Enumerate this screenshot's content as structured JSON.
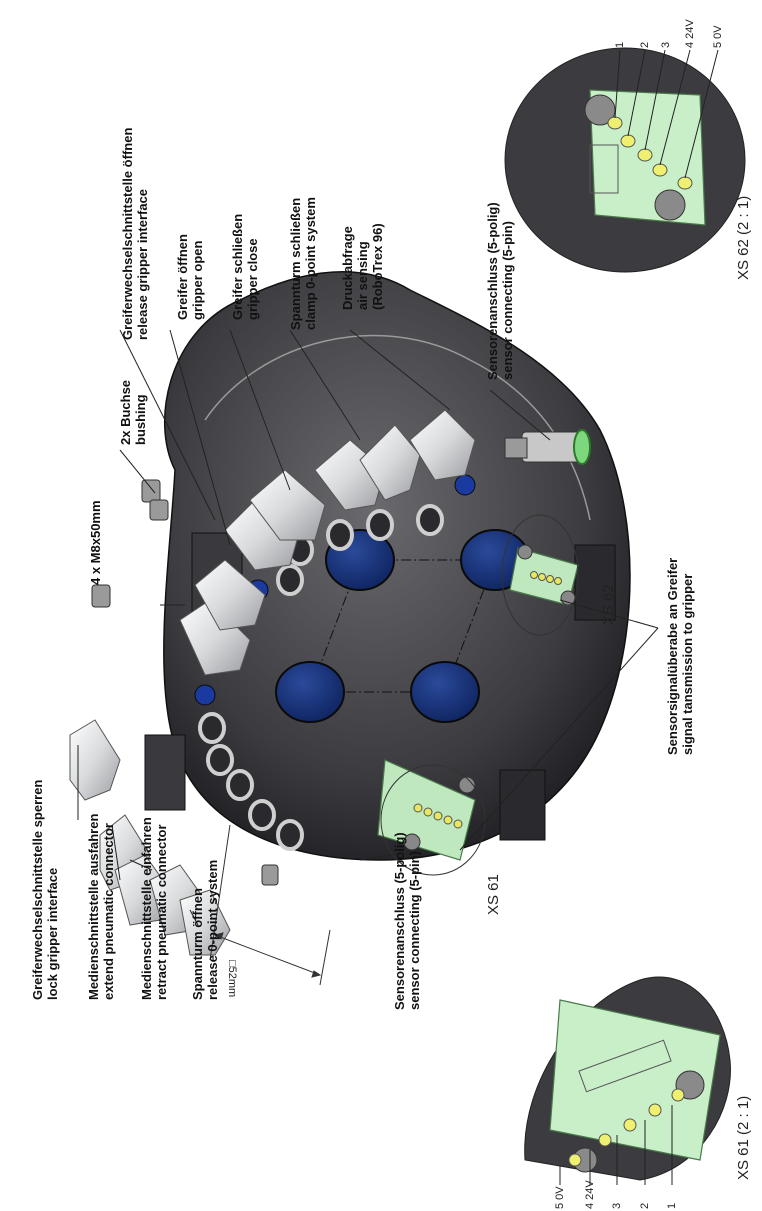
{
  "labels": {
    "lock_gripper": {
      "de": "Greiferwechselschnittstelle sperren",
      "en": "lock gripper interface"
    },
    "extend_pneumatic": {
      "de": "Medienschnittstelle ausfahren",
      "en": "extend pneumatic connector"
    },
    "retract_pneumatic": {
      "de": "Medienschnittstelle einfahren",
      "en": "retract pneumatic connector"
    },
    "release_zero_point": {
      "de": "Spannturm öffnen",
      "en": "release 0-point system"
    },
    "sensor_connect_left": {
      "de": "Sensorenanschluss (5-polig)",
      "en": "sensor connecting (5-pin)"
    },
    "release_gripper": {
      "de": "Greiferwechselschnittstelle öffnen",
      "en": "release gripper interface"
    },
    "gripper_open": {
      "de": "Greifer öffnen",
      "en": "gripper open"
    },
    "gripper_close": {
      "de": "Greifer schließen",
      "en": "gripper close"
    },
    "clamp_zero_point": {
      "de": "Spannturm schließen",
      "en": "clamp 0-point system"
    },
    "air_sensing": {
      "de": "Druckabfrage",
      "en": "air sensing",
      "extra": "(RoboTrex 96)"
    },
    "sensor_connect_right": {
      "de": "Sensorenanschluss (5-polig)",
      "en": "sensor connecting (5-pin)"
    },
    "bolts": "4 x M8x50mm",
    "bushing": {
      "de": "2x Buchse",
      "en": "bushing"
    },
    "signal_transmission": {
      "de": "Sensorsignalüberabe an Greifer",
      "en": "signal tansmission to gripper"
    },
    "dimension": "□52mm",
    "xs61": "XS 61",
    "xs62": "XS 62",
    "xs61_detail": "XS 61 (2 : 1)",
    "xs62_detail": "XS 62 (2 : 1)"
  },
  "pins_xs61": [
    "5 0V",
    "4 24V",
    "3",
    "2",
    "1"
  ],
  "pins_xs62": [
    "1",
    "2",
    "3",
    "4 24V",
    "5 0V"
  ]
}
